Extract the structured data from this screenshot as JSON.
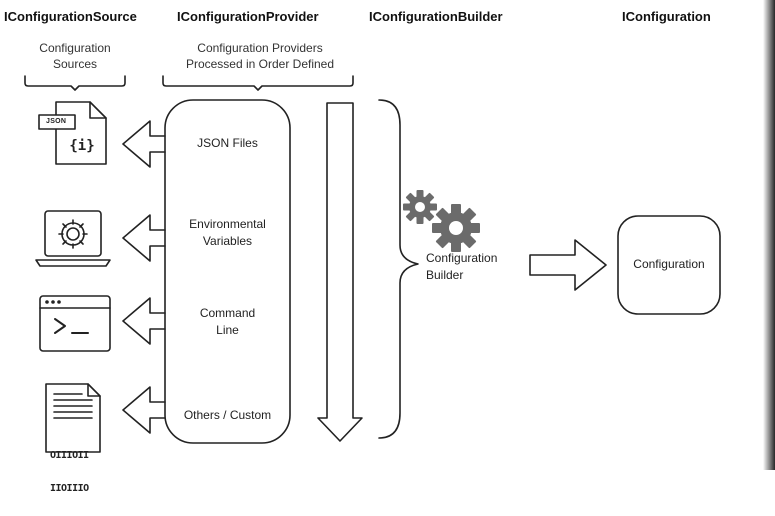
{
  "headers": {
    "source": "IConfigurationSource",
    "provider": "IConfigurationProvider",
    "builder": "IConfigurationBuilder",
    "configuration": "IConfiguration"
  },
  "subheaders": {
    "sources": [
      "Configuration",
      "Sources"
    ],
    "providers": [
      "Configuration Providers",
      "Processed in Order Defined"
    ]
  },
  "providers": [
    {
      "lines": [
        "JSON Files"
      ]
    },
    {
      "lines": [
        "Environmental",
        "Variables"
      ]
    },
    {
      "lines": [
        "Command",
        "Line"
      ]
    },
    {
      "lines": [
        "Others / Custom"
      ]
    }
  ],
  "sources": [
    {
      "icon": "json-file-icon",
      "tag": "JSON",
      "glyph": "{i}"
    },
    {
      "icon": "laptop-gear-icon"
    },
    {
      "icon": "terminal-window-icon",
      "glyph": ">_"
    },
    {
      "icon": "binary-document-icon",
      "binary": [
        "OIIIOII",
        "IIOIIIO"
      ]
    }
  ],
  "builder": {
    "lines": [
      "Configuration",
      "Builder"
    ],
    "icon": "gears-icon"
  },
  "result": {
    "label": "Configuration"
  },
  "colors": {
    "stroke": "#222222",
    "gear": "#6b6b6b",
    "background": "#ffffff"
  }
}
